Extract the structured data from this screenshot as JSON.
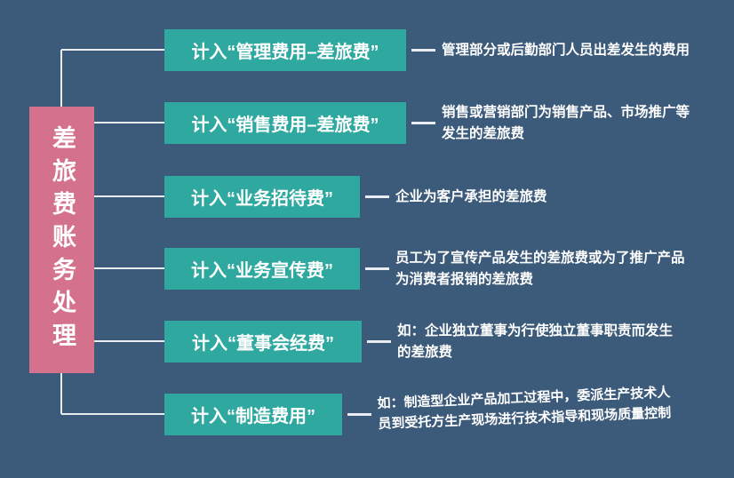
{
  "root": {
    "title": "差旅费账务处理"
  },
  "branches": [
    {
      "label": "计入“管理费用–差旅费”",
      "description": "管理部分或后勤部门人员出差发生的费用"
    },
    {
      "label": "计入“销售费用–差旅费”",
      "description": "销售或营销部门为销售产品、市场推广等\n发生的差旅费"
    },
    {
      "label": "计入“业务招待费”",
      "description": "企业为客户承担的差旅费"
    },
    {
      "label": "计入“业务宣传费”",
      "description": "员工为了宣传产品发生的差旅费或为了推广产品\n为消费者报销的差旅费"
    },
    {
      "label": "计入“董事会经费”",
      "description": "如：企业独立董事为行使独立董事职责而发生\n的差旅费"
    },
    {
      "label": "计入“制造费用”",
      "description": "如：制造型企业产品加工过程中，委派生产技术人\n员到受托方生产现场进行技术指导和现场质量控制"
    }
  ],
  "colors": {
    "background": "#3c5a7a",
    "root_box": "#d4718c",
    "branch_box": "#2fa8a0",
    "text": "#ffffff",
    "connector": "#e9edf2"
  }
}
